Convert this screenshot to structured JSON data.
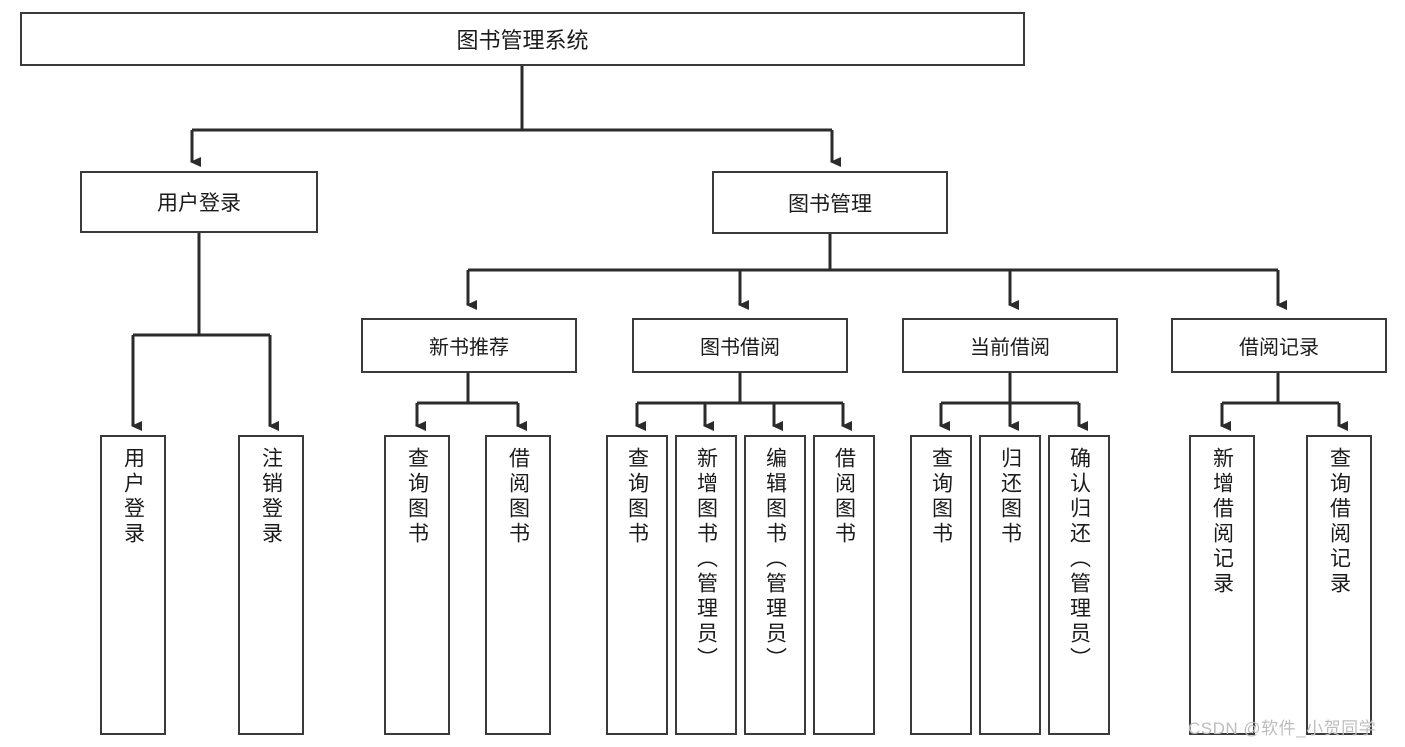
{
  "diagram": {
    "type": "tree",
    "title": "图书管理系统",
    "orientation": "top-down",
    "edge_style": "orthogonal-arrow",
    "colors": {
      "box_border": "#3a3a3a",
      "box_fill": "#ffffff",
      "edge": "#2b2b2b",
      "text": "#1b1b1b",
      "watermark": "#bdbdbd"
    }
  },
  "root": {
    "label": "图书管理系统"
  },
  "level2": [
    {
      "label": "用户登录"
    },
    {
      "label": "图书管理"
    }
  ],
  "level3": [
    {
      "label": "新书推荐"
    },
    {
      "label": "图书借阅"
    },
    {
      "label": "当前借阅"
    },
    {
      "label": "借阅记录"
    }
  ],
  "leaves": {
    "user_login": [
      {
        "label": "用户登录"
      },
      {
        "label": "注销登录"
      }
    ],
    "new_book": [
      {
        "label": "查询图书"
      },
      {
        "label": "借阅图书"
      }
    ],
    "borrow_book": [
      {
        "label": "查询图书"
      },
      {
        "label": "新增图书（管理员）"
      },
      {
        "label": "编辑图书（管理员）"
      },
      {
        "label": "借阅图书"
      }
    ],
    "current_borrow": [
      {
        "label": "查询图书"
      },
      {
        "label": "归还图书"
      },
      {
        "label": "确认归还（管理员）"
      }
    ],
    "borrow_record": [
      {
        "label": "新增借阅记录"
      },
      {
        "label": "查询借阅记录"
      }
    ]
  },
  "watermark": {
    "text": "CSDN @软件_小贺同学"
  }
}
